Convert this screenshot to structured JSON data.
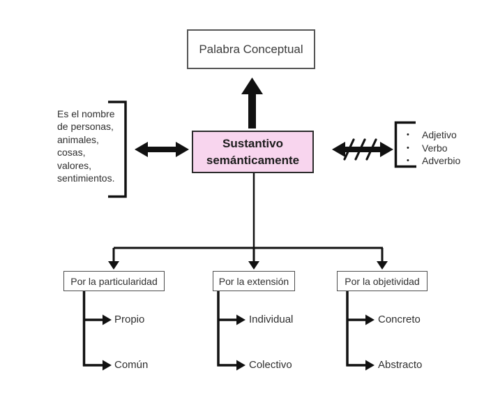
{
  "diagram": {
    "top_box": {
      "label": "Palabra Conceptual"
    },
    "center_box": {
      "title_line1": "Sustantivo",
      "title_line2": "semánticamente"
    },
    "left_note": {
      "lines": [
        "Es el nombre",
        "de personas,",
        "animales,",
        "cosas,",
        "valores,",
        "sentimientos."
      ]
    },
    "right_list": {
      "bullet": "•",
      "items": [
        "Adjetivo",
        "Verbo",
        "Adverbio"
      ]
    },
    "branches": [
      {
        "label": "Por la particularidad",
        "children": [
          "Propio",
          "Común"
        ]
      },
      {
        "label": "Por la extensión",
        "children": [
          "Individual",
          "Colectivo"
        ]
      },
      {
        "label": "Por la objetividad",
        "children": [
          "Concreto",
          "Abstracto"
        ]
      }
    ],
    "colors": {
      "center_box_fill": "#f8d5ee",
      "center_box_border": "#2b2b2b",
      "box_border": "#4d4d4d",
      "line": "#111111",
      "text": "#2e2e2e"
    }
  }
}
